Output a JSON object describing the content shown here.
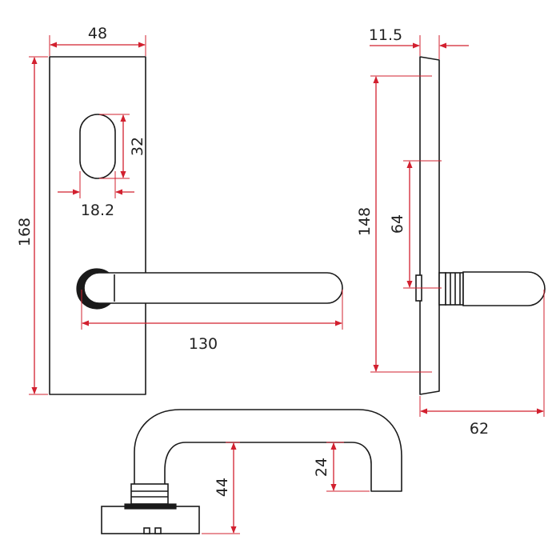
{
  "dimensions": {
    "plate_width": "48",
    "plate_height": "168",
    "cylinder_height": "32",
    "cylinder_width": "18.2",
    "lever_length": "130",
    "plate_thickness": "11.5",
    "fixing_height": "148",
    "cylinder_offset": "64",
    "lever_projection": "62",
    "lever_height": "44",
    "lever_end_height": "24"
  },
  "colors": {
    "dimension_line": "#d2202f",
    "outline": "#1a1a1a"
  }
}
